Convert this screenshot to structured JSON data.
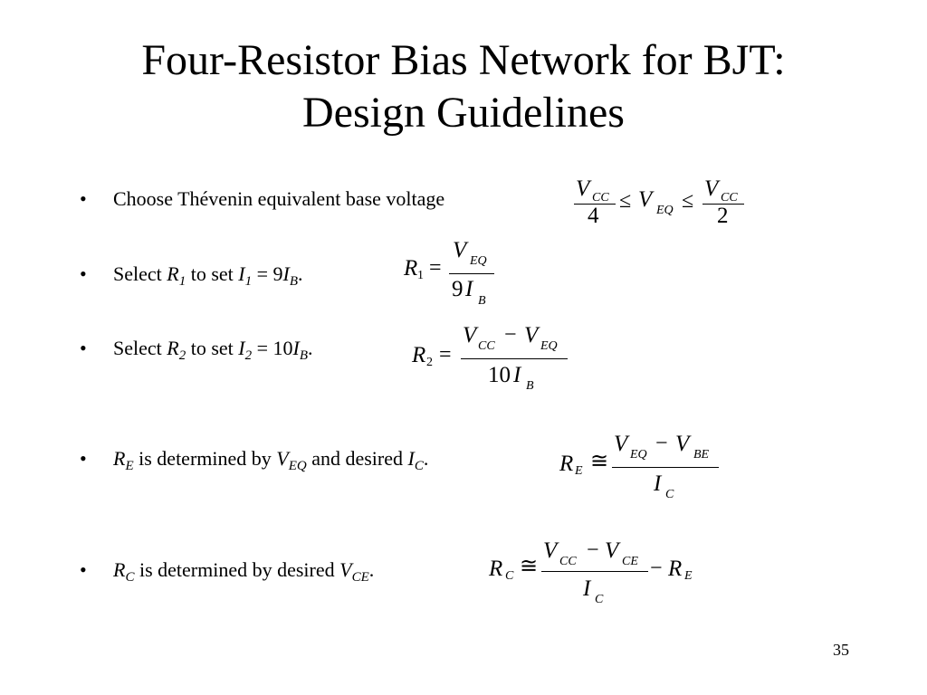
{
  "slide": {
    "title_line1": "Four-Resistor Bias Network for BJT:",
    "title_line2": "Design Guidelines",
    "page_number": "35"
  },
  "bullets": [
    {
      "glyph": "•",
      "text": "Choose Thévenin equivalent base voltage"
    },
    {
      "glyph": "•",
      "pre": "Select ",
      "r": "R",
      "r_sub": "1",
      "mid": " to set ",
      "i": "I",
      "i_sub": "1",
      "eq": " = 9",
      "ib": "I",
      "ib_sub": "B",
      "end": "."
    },
    {
      "glyph": "•",
      "pre": "Select ",
      "r": "R",
      "r_sub": "2",
      "mid": " to set ",
      "i": "I",
      "i_sub": "2",
      "eq": " = 10",
      "ib": "I",
      "ib_sub": "B",
      "end": "."
    },
    {
      "glyph": "•",
      "a": "R",
      "a_sub": "E",
      "b": " is determined by ",
      "c": "V",
      "c_sub": "EQ",
      "d": " and desired ",
      "e": "I",
      "e_sub": "C",
      "f": "."
    },
    {
      "glyph": "•",
      "a": "R",
      "a_sub": "C",
      "b": " is determined by desired ",
      "c": "V",
      "c_sub": "CE",
      "f": "."
    }
  ],
  "equations": {
    "veq": {
      "v": "V",
      "cc": "CC",
      "four": "4",
      "two": "2",
      "le": "≤",
      "veq_sub": "EQ"
    },
    "r1": {
      "r": "R",
      "r_sub": "1",
      "eq": "=",
      "v": "V",
      "v_sub": "EQ",
      "coef": "9",
      "i": "I",
      "i_sub": "B"
    },
    "r2": {
      "r": "R",
      "r_sub": "2",
      "eq": "=",
      "v": "V",
      "cc": "CC",
      "minus": "−",
      "eqsub": "EQ",
      "coef": "10",
      "i": "I",
      "i_sub": "B"
    },
    "re": {
      "r": "R",
      "r_sub": "E",
      "approx": "≅",
      "v": "V",
      "eqsub": "EQ",
      "minus": "−",
      "be": "BE",
      "i": "I",
      "i_sub": "C"
    },
    "rc": {
      "r": "R",
      "r_sub": "C",
      "approx": "≅",
      "v": "V",
      "cc": "CC",
      "minus": "−",
      "ce": "CE",
      "i": "I",
      "i_sub": "C",
      "r2": "R",
      "r2_sub": "E"
    }
  }
}
